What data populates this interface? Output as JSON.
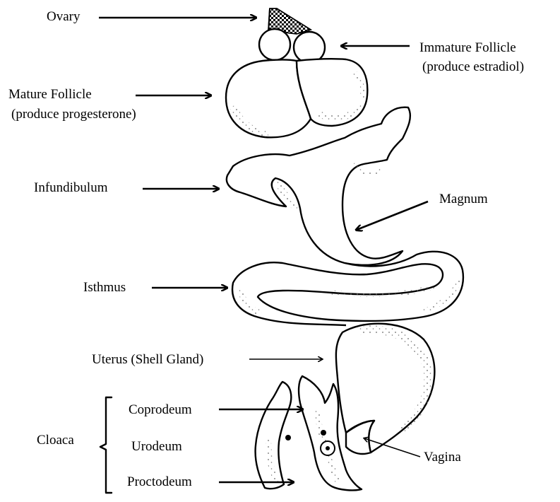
{
  "labels": {
    "ovary": "Ovary",
    "immature_follicle": "Immature Follicle",
    "immature_follicle_note": "(produce estradiol)",
    "mature_follicle": "Mature Follicle",
    "mature_follicle_note": "(produce progesterone)",
    "infundibulum": "Infundibulum",
    "magnum": "Magnum",
    "isthmus": "Isthmus",
    "uterus": "Uterus (Shell Gland)",
    "cloaca": "Cloaca",
    "coprodeum": "Coprodeum",
    "urodeum": "Urodeum",
    "proctodeum": "Proctodeum",
    "vagina": "Vagina"
  }
}
